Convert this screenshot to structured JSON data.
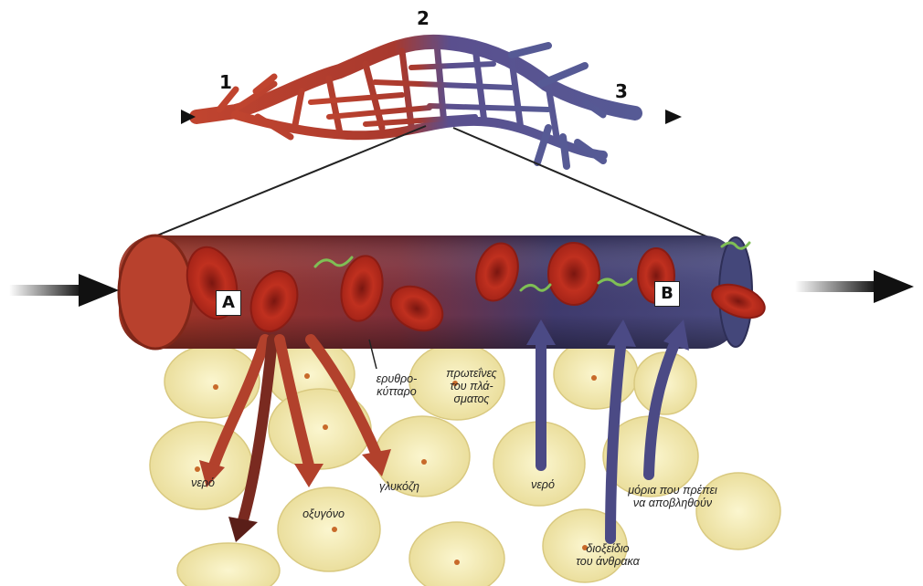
{
  "markers": {
    "n1": "1",
    "n2": "2",
    "n3": "3",
    "a": "A",
    "b": "B"
  },
  "labels": {
    "rbc": [
      "ερυθρο-",
      "κύτταρο"
    ],
    "plasma_proteins": [
      "πρωτεΐνες",
      "του πλά-",
      "σματος"
    ],
    "water_left": "νερό",
    "oxygen": "οξυγόνο",
    "glucose": "γλυκόζη",
    "water_right": "νερό",
    "co2": [
      "διοξείδιο",
      "του άνθρακα"
    ],
    "waste": [
      "μόρια που πρέπει",
      "να αποβληθούν"
    ]
  },
  "colors": {
    "artery_red": "#b23a2a",
    "vein_blue": "#4a4a8a",
    "cell_yellow": "#f4ecb4",
    "rbc_red": "#b0261c"
  }
}
